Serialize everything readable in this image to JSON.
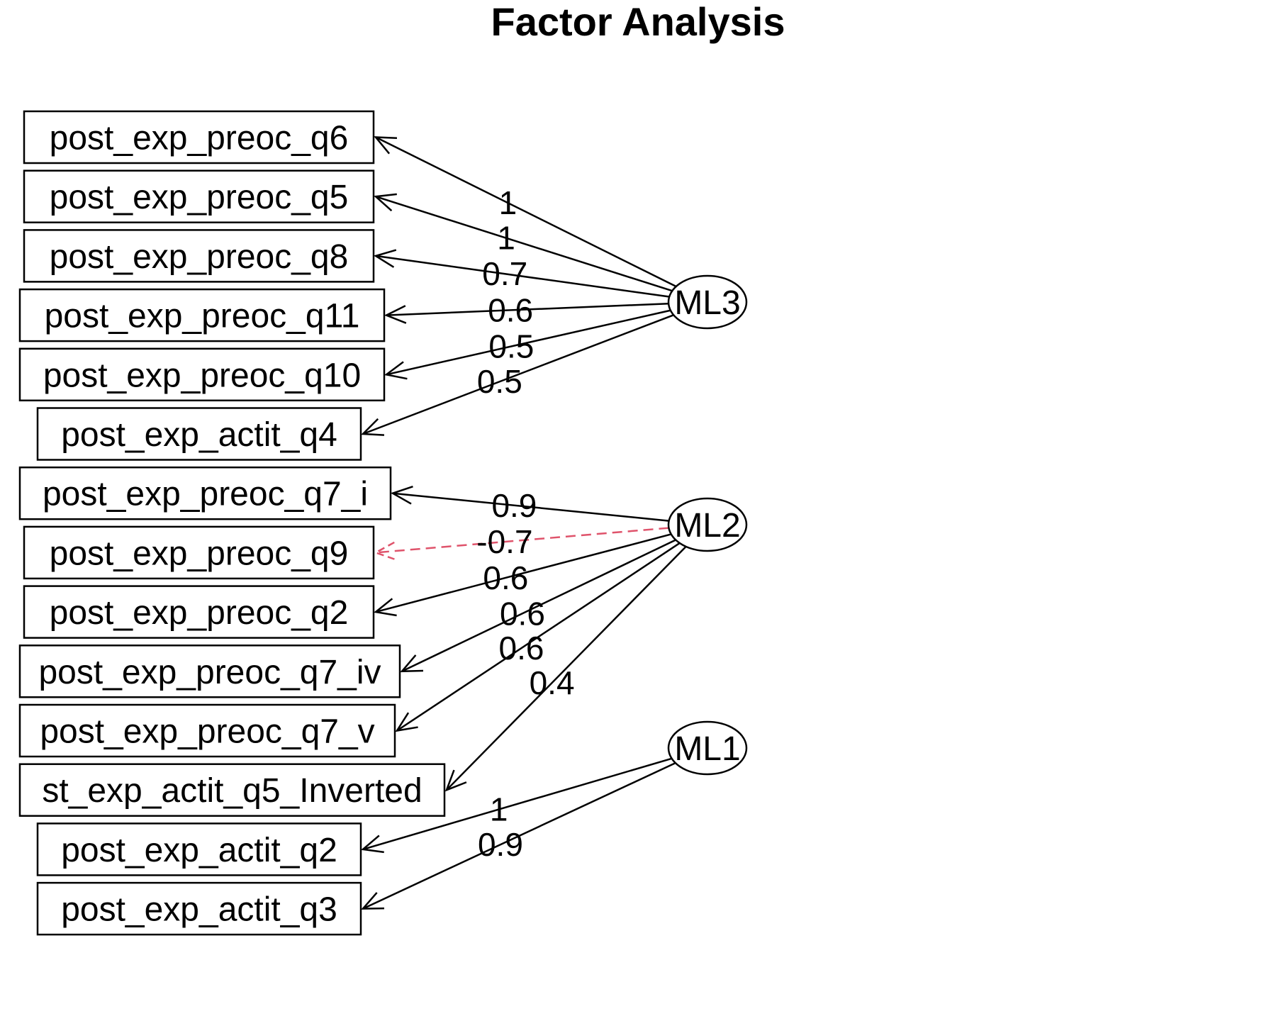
{
  "title": "Factor Analysis",
  "colors": {
    "positive": "#000000",
    "negative": "#DF536B"
  },
  "variables": [
    "post_exp_preoc_q6",
    "post_exp_preoc_q5",
    "post_exp_preoc_q8",
    "post_exp_preoc_q11",
    "post_exp_preoc_q10",
    "post_exp_actit_q4",
    "post_exp_preoc_q7_i",
    "post_exp_preoc_q9",
    "post_exp_preoc_q2",
    "post_exp_preoc_q7_iv",
    "post_exp_preoc_q7_v",
    "st_exp_actit_q5_Inverted",
    "post_exp_actit_q2",
    "post_exp_actit_q3"
  ],
  "factors": [
    "ML3",
    "ML2",
    "ML1"
  ],
  "loadings": [
    {
      "factor": "ML3",
      "variable": "post_exp_preoc_q6",
      "label": "1"
    },
    {
      "factor": "ML3",
      "variable": "post_exp_preoc_q5",
      "label": "1"
    },
    {
      "factor": "ML3",
      "variable": "post_exp_preoc_q8",
      "label": "0.7"
    },
    {
      "factor": "ML3",
      "variable": "post_exp_preoc_q11",
      "label": "0.6"
    },
    {
      "factor": "ML3",
      "variable": "post_exp_preoc_q10",
      "label": "0.5"
    },
    {
      "factor": "ML3",
      "variable": "post_exp_actit_q4",
      "label": "0.5"
    },
    {
      "factor": "ML2",
      "variable": "post_exp_preoc_q7_i",
      "label": "0.9"
    },
    {
      "factor": "ML2",
      "variable": "post_exp_preoc_q9",
      "label": "-0.7",
      "negative": true
    },
    {
      "factor": "ML2",
      "variable": "post_exp_preoc_q2",
      "label": "0.6"
    },
    {
      "factor": "ML2",
      "variable": "post_exp_preoc_q7_iv",
      "label": "0.6"
    },
    {
      "factor": "ML2",
      "variable": "post_exp_preoc_q7_v",
      "label": "0.6"
    },
    {
      "factor": "ML2",
      "variable": "st_exp_actit_q5_Inverted",
      "label": "0.4"
    },
    {
      "factor": "ML1",
      "variable": "post_exp_actit_q2",
      "label": "1"
    },
    {
      "factor": "ML1",
      "variable": "post_exp_actit_q3",
      "label": "0.9"
    }
  ]
}
